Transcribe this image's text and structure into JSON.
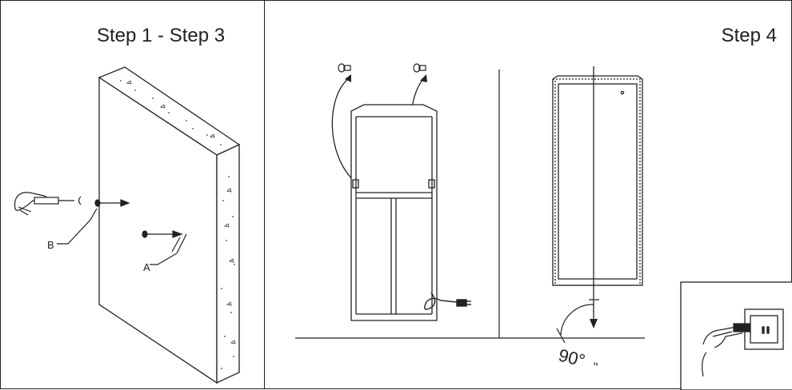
{
  "panels": {
    "left": {
      "title": "Step 1 - Step 3"
    },
    "right": {
      "title": "Step 4"
    }
  },
  "labels": {
    "screw_a": "A",
    "anchor_b": "B",
    "angle": "90°",
    "angle_tail": "\""
  }
}
